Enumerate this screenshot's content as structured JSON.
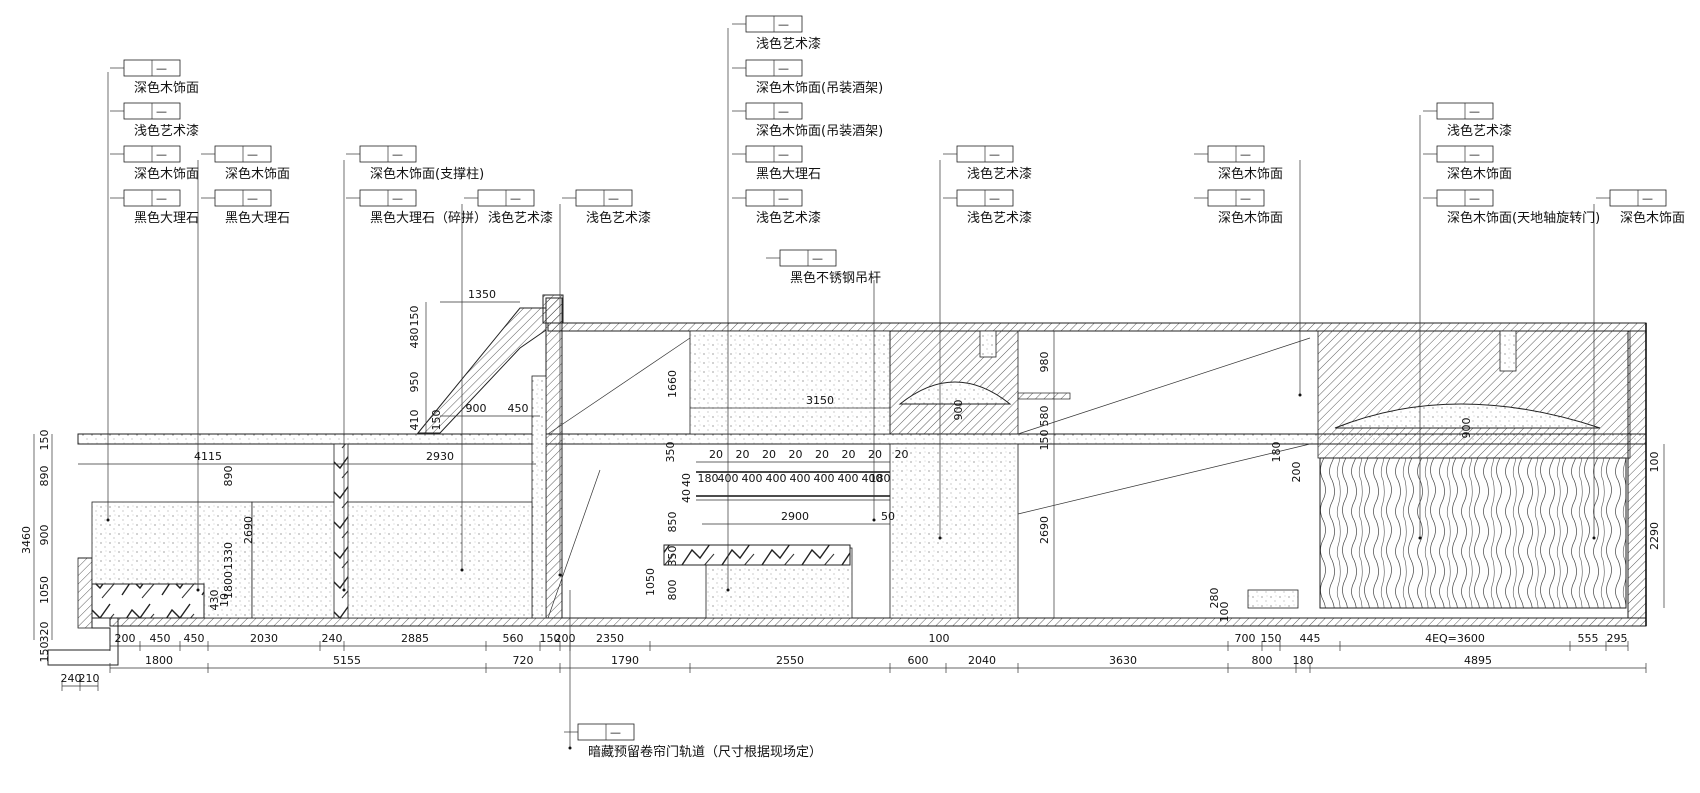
{
  "callouts": [
    {
      "id": "c1",
      "tag": "—",
      "text": "深色木饰面"
    },
    {
      "id": "c2",
      "tag": "—",
      "text": "浅色艺术漆"
    },
    {
      "id": "c3",
      "tag": "—",
      "text": "深色木饰面"
    },
    {
      "id": "c4",
      "tag": "—",
      "text": "黑色大理石"
    },
    {
      "id": "c5",
      "tag": "—",
      "text": "深色木饰面"
    },
    {
      "id": "c6",
      "tag": "—",
      "text": "黑色大理石"
    },
    {
      "id": "c7",
      "tag": "—",
      "text": "深色木饰面(支撑柱)"
    },
    {
      "id": "c8",
      "tag": "—",
      "text": "黑色大理石（碎拼）"
    },
    {
      "id": "c9",
      "tag": "—",
      "text": "浅色艺术漆"
    },
    {
      "id": "c10",
      "tag": "—",
      "text": "浅色艺术漆"
    },
    {
      "id": "c11",
      "tag": "—",
      "text": "浅色艺术漆"
    },
    {
      "id": "c12",
      "tag": "—",
      "text": "深色木饰面(吊装酒架)"
    },
    {
      "id": "c13",
      "tag": "—",
      "text": "深色木饰面(吊装酒架)"
    },
    {
      "id": "c14",
      "tag": "—",
      "text": "黑色大理石"
    },
    {
      "id": "c15",
      "tag": "—",
      "text": "浅色艺术漆"
    },
    {
      "id": "c16",
      "tag": "—",
      "text": "黑色不锈钢吊杆"
    },
    {
      "id": "c17",
      "tag": "—",
      "text": "浅色艺术漆"
    },
    {
      "id": "c18",
      "tag": "—",
      "text": "浅色艺术漆"
    },
    {
      "id": "c19",
      "tag": "—",
      "text": "深色木饰面"
    },
    {
      "id": "c20",
      "tag": "—",
      "text": "深色木饰面"
    },
    {
      "id": "c21",
      "tag": "—",
      "text": "浅色艺术漆"
    },
    {
      "id": "c22",
      "tag": "—",
      "text": "深色木饰面"
    },
    {
      "id": "c23",
      "tag": "—",
      "text": "深色木饰面(天地轴旋转门)"
    },
    {
      "id": "c24",
      "tag": "—",
      "text": "深色木饰面"
    },
    {
      "id": "c25",
      "tag": "—",
      "text": "暗藏预留卷帘门轨道（尺寸根据现场定）"
    }
  ],
  "dims": {
    "bottom_row1": [
      "200",
      "450",
      "450",
      "2030",
      "240",
      "2885",
      "560",
      "150",
      "200",
      "2350",
      "100",
      "700",
      "150",
      "445",
      "4EQ=3600",
      "555",
      "295"
    ],
    "bottom_row2": [
      "1800",
      "5155",
      "720",
      "1790",
      "2550",
      "600",
      "2040",
      "3630",
      "800",
      "180",
      "4895"
    ],
    "bottom_row3": [
      "240",
      "210"
    ],
    "left_stack": [
      "150",
      "890",
      "900",
      "1050",
      "320",
      "3460",
      "150"
    ],
    "inner_left": [
      "890",
      "2690",
      "1330",
      "1800",
      "430",
      "10"
    ],
    "top_left": [
      "1350",
      "150",
      "480",
      "950",
      "410",
      "150",
      "900",
      "450",
      "4115",
      "2930"
    ],
    "wine_rack": [
      "20",
      "20",
      "20",
      "20",
      "20",
      "20",
      "20",
      "20",
      "180",
      "400",
      "400",
      "400",
      "400",
      "400",
      "400",
      "400",
      "180",
      "350",
      "40",
      "40",
      "2900",
      "1660",
      "3150",
      "850",
      "350",
      "1050",
      "800",
      "50"
    ],
    "center": [
      "980",
      "900",
      "580",
      "150",
      "2690",
      "180",
      "200",
      "280",
      "100"
    ],
    "right": [
      "900",
      "100",
      "2290"
    ]
  }
}
